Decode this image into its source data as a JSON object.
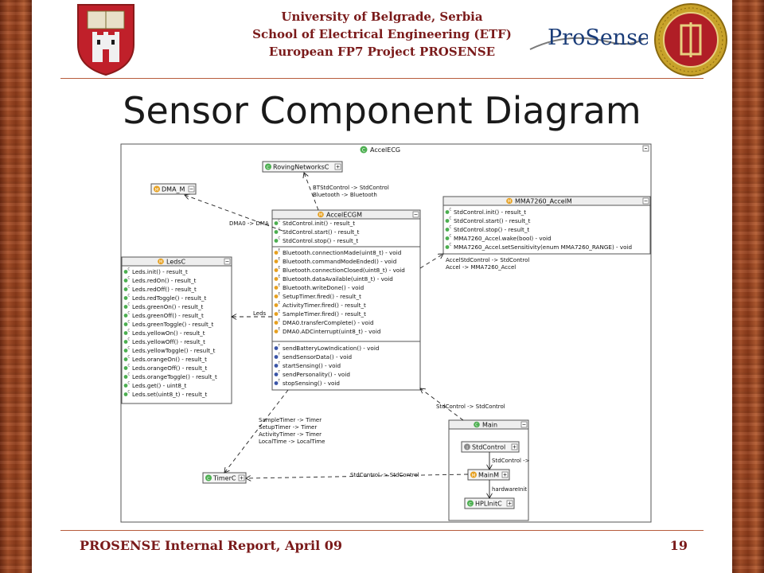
{
  "header": {
    "line1": "University of Belgrade, Serbia",
    "line2": "School of Electrical Engineering (ETF)",
    "line3": "European FP7 Project PROSENSE",
    "logo_text": "ProSense"
  },
  "slide_title": "Sensor Component Diagram",
  "footer": {
    "left": "PROSENSE Internal Report, April 09",
    "page_number": "19"
  },
  "diagram": {
    "frame_title": "AccelECG",
    "roving": "RovingNetworksC",
    "dma": "DMA_M",
    "timer": "TimerC",
    "accel_ecgm": {
      "title": "AccelECGM",
      "provides": [
        "StdControl.init() - result_t",
        "StdControl.start() - result_t",
        "StdControl.stop() - result_t"
      ],
      "events": [
        "Bluetooth.connectionMade(uint8_t) - void",
        "Bluetooth.commandModeEnded() - void",
        "Bluetooth.connectionClosed(uint8_t) - void",
        "Bluetooth.dataAvailable(uint8_t) - void",
        "Bluetooth.writeDone() - void",
        "SetupTimer.fired() - result_t",
        "ActivityTimer.fired() - result_t",
        "SampleTimer.fired() - result_t",
        "DMA0.transferComplete() - void",
        "DMA0.ADCinterrupt(uint8_t) - void"
      ],
      "tasks": [
        "sendBatteryLowIndication() - void",
        "sendSensorData() - void",
        "startSensing() - void",
        "sendPersonality() - void",
        "stopSensing() - void"
      ]
    },
    "mma": {
      "title": "MMA7260_AccelM",
      "items": [
        "StdControl.init() - result_t",
        "StdControl.start() - result_t",
        "StdControl.stop() - result_t",
        "MMA7260_Accel.wake(bool) - void",
        "MMA7260_Accel.setSensitivity(enum MMA7260_RANGE) - void"
      ]
    },
    "leds": {
      "title": "LedsC",
      "items": [
        "Leds.init() - result_t",
        "Leds.redOn() - result_t",
        "Leds.redOff() - result_t",
        "Leds.redToggle() - result_t",
        "Leds.greenOn() - result_t",
        "Leds.greenOff() - result_t",
        "Leds.greenToggle() - result_t",
        "Leds.yellowOn() - result_t",
        "Leds.yellowOff() - result_t",
        "Leds.yellowToggle() - result_t",
        "Leds.orangeOn() - result_t",
        "Leds.orangeOff() - result_t",
        "Leds.orangeToggle() - result_t",
        "Leds.get() - uint8_t",
        "Leds.set(uint8_t) - result_t"
      ]
    },
    "main": {
      "title": "Main",
      "std": "StdControl",
      "mainm": "MainM",
      "hpl": "HPLInitC",
      "label_std": "StdControl ->",
      "label_hw": "hardwareInit"
    },
    "edges": {
      "bt1": "BTStdControl -> StdControl",
      "bt2": "Bluetooth -> Bluetooth",
      "dma": "DMA0 -> DMA",
      "acc1": "AccelStdControl -> StdControl",
      "acc2": "Accel -> MMA7260_Accel",
      "leds": "Leds",
      "main_std": "StdControl -> StdControl",
      "t1": "SampleTimer -> Timer",
      "t2": "SetupTimer -> Timer",
      "t3": "ActivityTimer -> Timer",
      "t4": "LocalTime -> LocalTime",
      "timer_std": "StdControl -> StdControl"
    }
  }
}
